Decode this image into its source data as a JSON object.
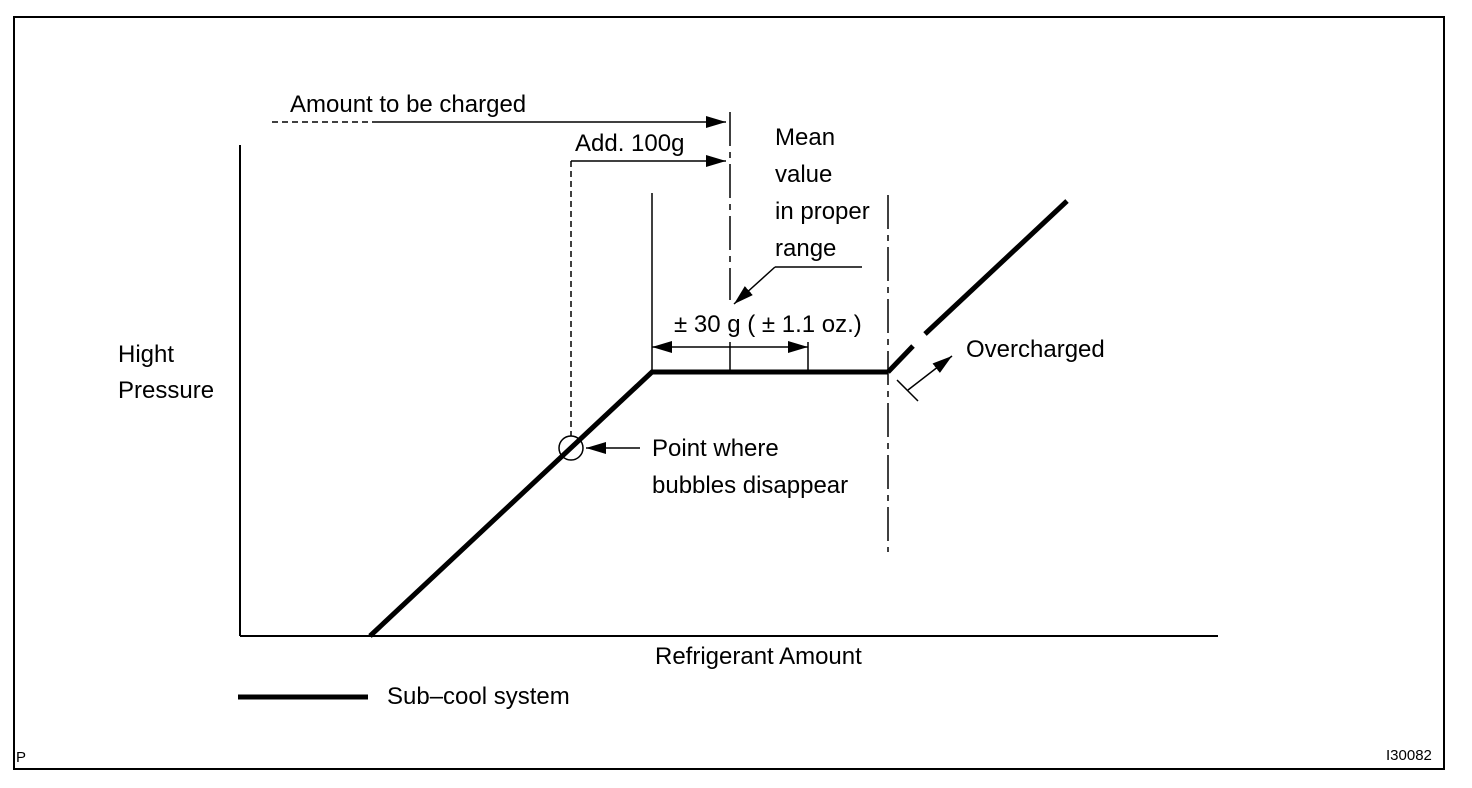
{
  "diagram": {
    "y_axis_label_line1": "Hight",
    "y_axis_label_line2": "Pressure",
    "x_axis_label": "Refrigerant Amount",
    "amount_to_be_charged": "Amount to be charged",
    "add_100g": "Add. 100g",
    "mean_value_line1": "Mean",
    "mean_value_line2": "value",
    "mean_value_line3": "in proper",
    "mean_value_line4": "range",
    "tolerance": "±  30 g ( ± 1.1 oz.)",
    "overcharged": "Overcharged",
    "point_bubbles_line1": "Point where",
    "point_bubbles_line2": "bubbles disappear",
    "legend_label": "Sub–cool system",
    "corner_left": "P",
    "figure_code": "I30082"
  },
  "colors": {
    "ink": "#000000",
    "paper": "#ffffff"
  }
}
